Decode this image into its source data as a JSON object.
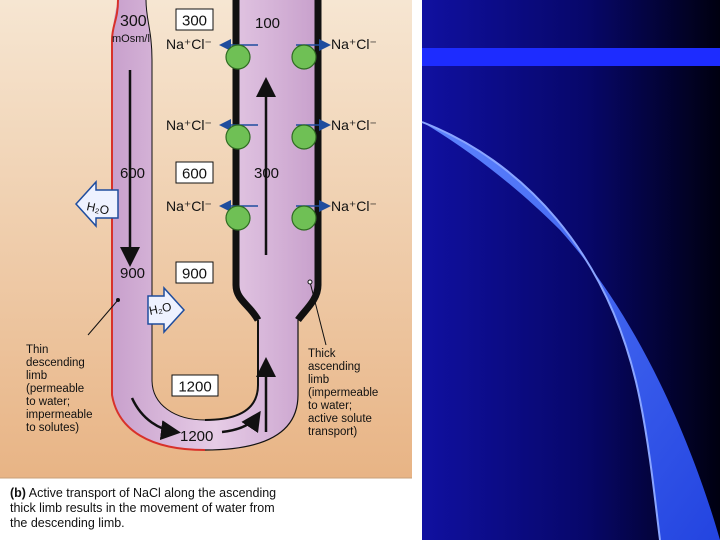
{
  "figure": {
    "cortex_osm": "300",
    "units": "mOsm/l",
    "box_labels": [
      "300",
      "600",
      "900",
      "1200"
    ],
    "descending_labels": [
      "600",
      "900"
    ],
    "bottom_label": "1200",
    "ascending_labels": [
      "100",
      "300"
    ],
    "water": "H₂O",
    "salt": "Na⁺Cl⁻",
    "thin_limb_label": [
      "Thin",
      "descending",
      "limb",
      "(permeable",
      "to water;",
      "impermeable",
      "to solutes)"
    ],
    "thick_limb_label": [
      "Thick",
      "ascending",
      "limb",
      "(impermeable",
      "to water;",
      "active solute",
      "transport)"
    ],
    "caption_tag": "(b)",
    "caption_lines": [
      "Active transport of NaCl along the ascending",
      "thick limb results in the movement of water from",
      "the descending limb."
    ]
  },
  "colors": {
    "background_gradient": [
      "#f7e3cd",
      "#e9b98a"
    ],
    "tubule_fill": "#d9b8dc",
    "tubule_wall": "#111111",
    "pump_green": "#6fc055",
    "slide_dark": "#000010",
    "slide_blue": "#1a1aa8",
    "slide_bright": "#2f55f0"
  }
}
